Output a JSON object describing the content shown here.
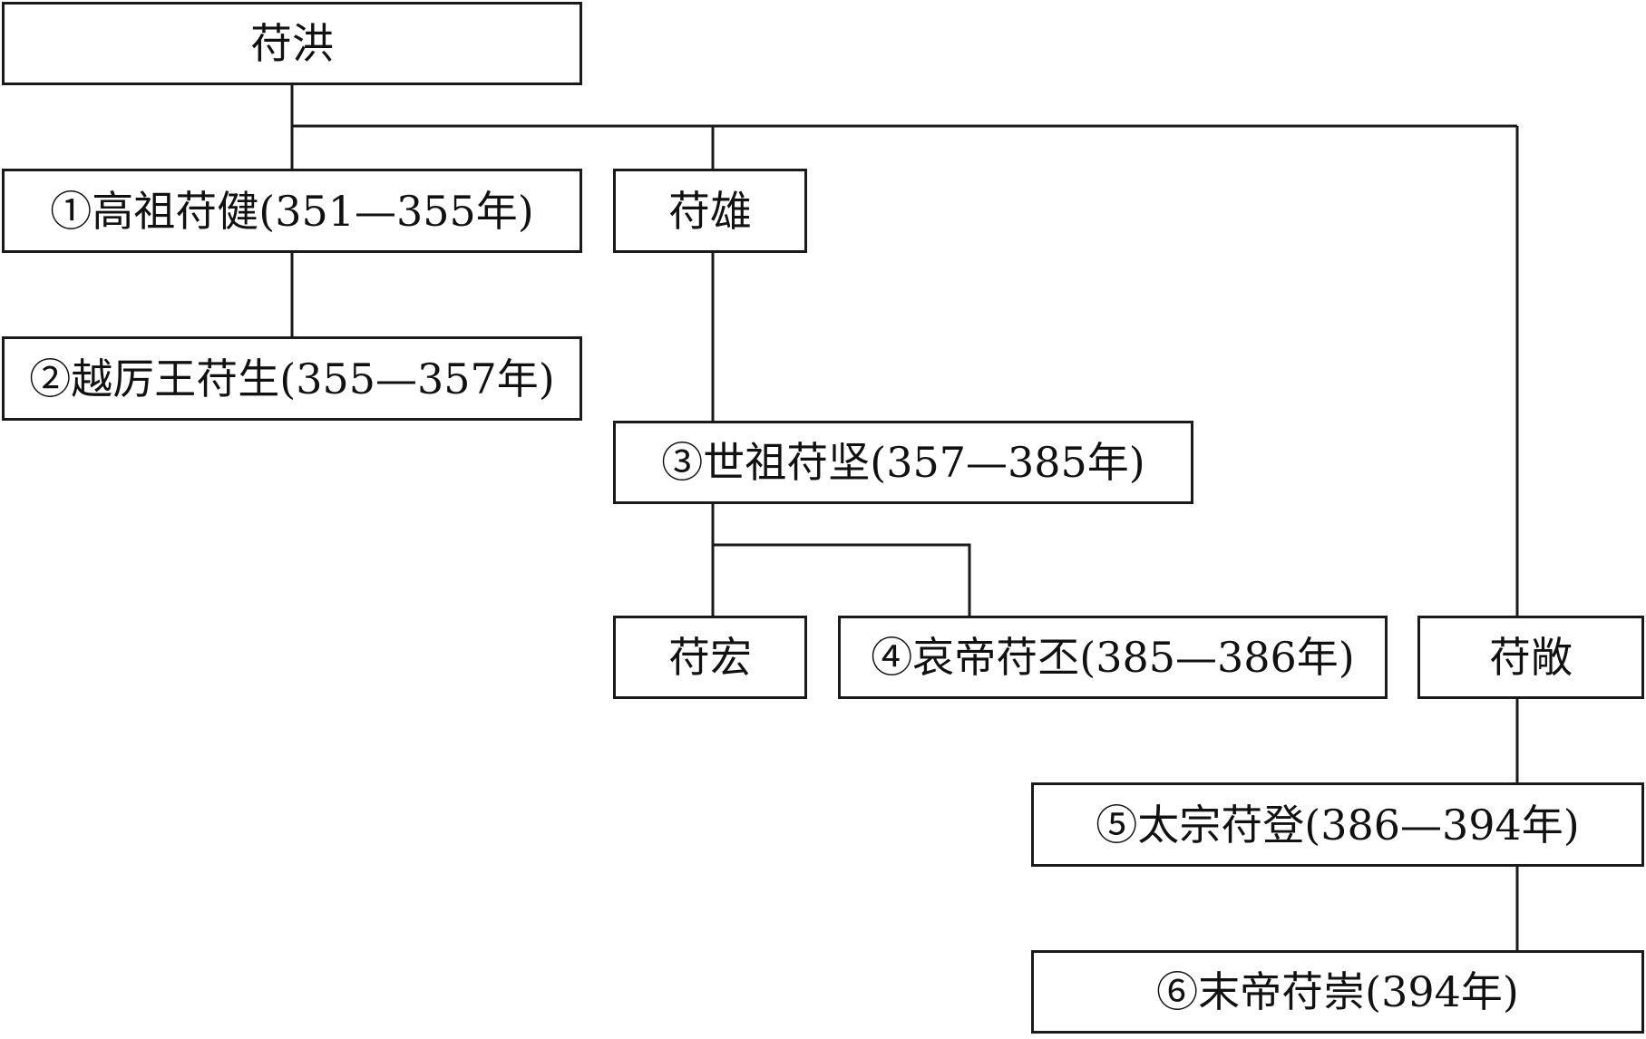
{
  "nodes": {
    "fu_hong": "苻洪",
    "fu_jian_gaozu": "①高祖苻健(351—355年)",
    "fu_xiong": "苻雄",
    "fu_sheng": "②越厉王苻生(355—357年)",
    "fu_jian_shizu": "③世祖苻坚(357—385年)",
    "fu_hong_son": "苻宏",
    "fu_pi": "④哀帝苻丕(385—386年)",
    "fu_chang": "苻敞",
    "fu_deng": "⑤太宗苻登(386—394年)",
    "fu_chong": "⑥末帝苻崇(394年)"
  }
}
